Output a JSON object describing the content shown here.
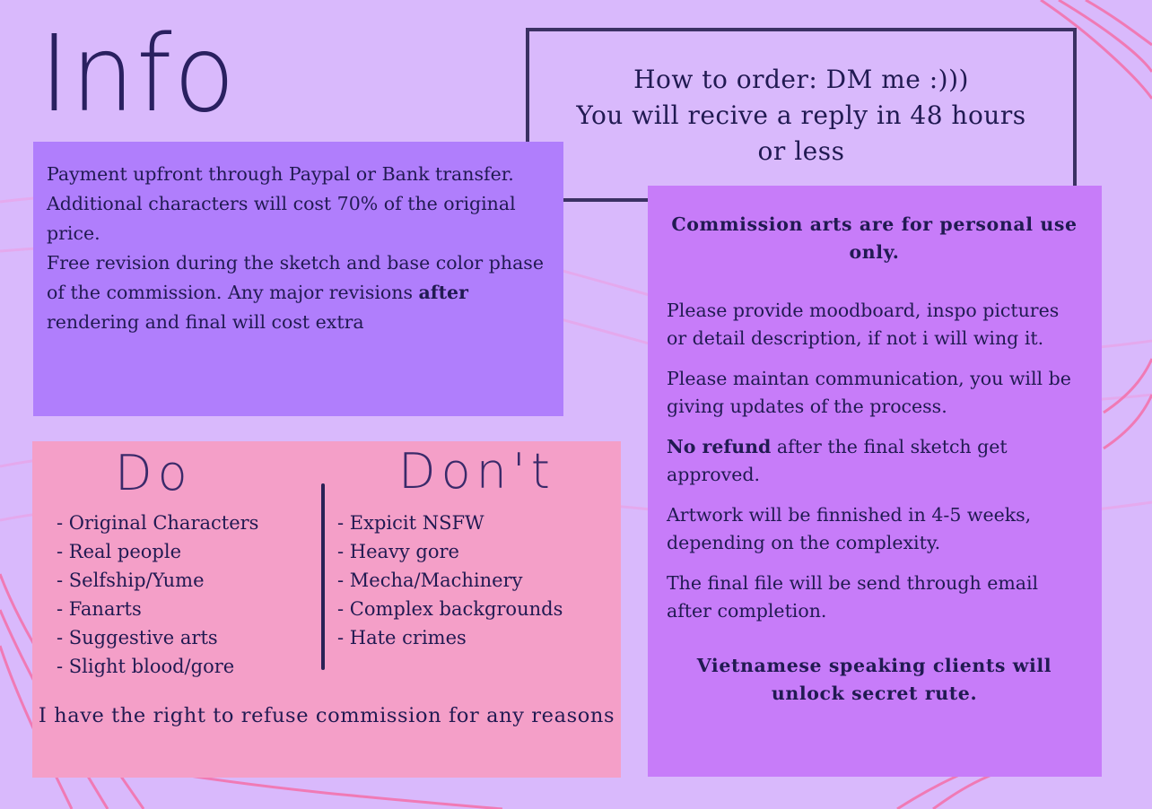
{
  "title": "Info",
  "order": {
    "lines": [
      "How to order: DM me :)))",
      "You will recive a reply in 48 hours",
      "or less"
    ]
  },
  "info": {
    "payment": "Payment upfront through Paypal or Bank transfer.",
    "additional": "Additional characters will cost 70% of the original price.",
    "revision_pre": "Free revision during the sketch and base color phase of the commission. Any major revisions ",
    "revision_bold": "after",
    "revision_post": " rendering and final will cost extra"
  },
  "do": {
    "heading": "Do",
    "items": [
      "- Original Characters",
      "- Real people",
      "- Selfship/Yume",
      "- Fanarts",
      "- Suggestive arts",
      "- Slight blood/gore"
    ]
  },
  "dont": {
    "heading": "Don't",
    "items": [
      "- Expicit NSFW",
      "- Heavy gore",
      "- Mecha/Machinery",
      "- Complex backgrounds",
      "- Hate crimes"
    ]
  },
  "refuse": "I have the right to refuse commission for any reasons",
  "rules": {
    "personal": "Commission arts are for personal use only.",
    "moodboard": "Please provide moodboard, inspo pictures or detail description, if not i will wing it.",
    "communication": "Please maintan communication, you will be giving updates of the process.",
    "refund_bold": "No refund",
    "refund_rest": " after the final sketch get approved.",
    "timeline": "Artwork will be finnished in 4-5 weeks, depending on the complexity.",
    "delivery": "The final file will be send through email after completion.",
    "vietnamese": "Vietnamese speaking clients will unlock secret rute."
  },
  "colors": {
    "background": "#d9b9fc",
    "info_box": "#b07efc",
    "rules_box": "#c77cf9",
    "do_box": "#f49fc8",
    "text": "#211a52",
    "accent_lines": "#f27ab8"
  }
}
